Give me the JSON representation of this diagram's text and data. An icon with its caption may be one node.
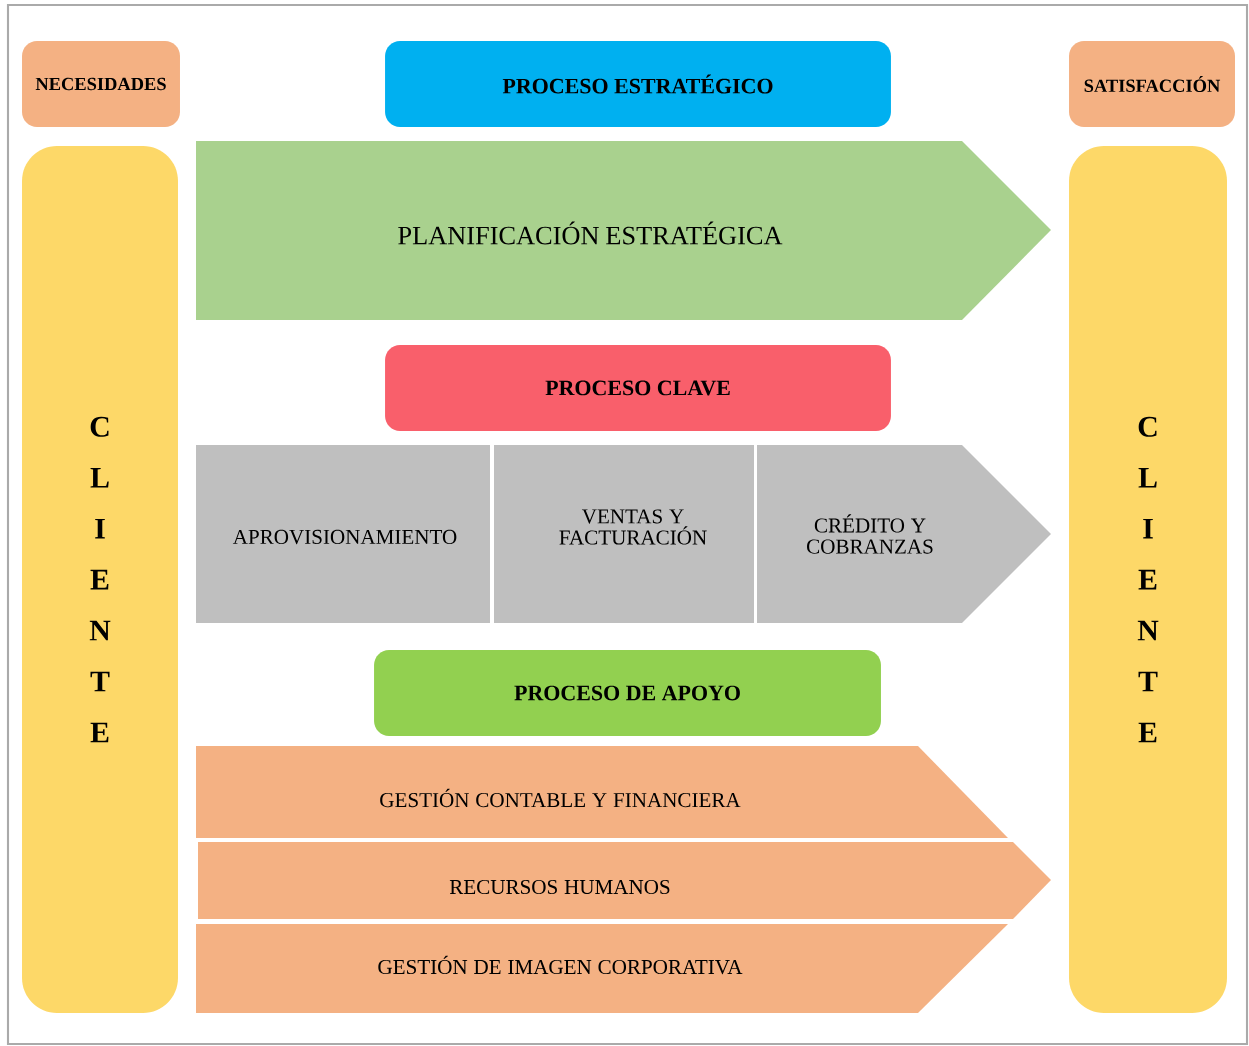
{
  "diagram": {
    "nodes": [
      {
        "text": [
          "NECESIDADES"
        ]
      },
      {
        "text": [
          "PROCESO ESTRATÉGICO"
        ]
      },
      {
        "text": [
          "SATISFACCIÓN"
        ]
      },
      {
        "text": [
          "C L I E N T E"
        ]
      },
      {
        "text": [
          "PLANIFICACIÓN ESTRATÉGICA"
        ]
      },
      {
        "text": [
          "PROCESO CLAVE"
        ]
      },
      {
        "text": [
          "APROVISIONAMIENTO"
        ]
      },
      {
        "text": [
          "VENTAS Y FACTURACIÓN"
        ]
      },
      {
        "text": [
          "CRÉDITO Y COBRANZAS"
        ]
      },
      {
        "text": [
          "PROCESO DE APOYO"
        ]
      },
      {
        "text": [
          "GESTIÓN CONTABLE Y FINANCIERA"
        ]
      },
      {
        "text": [
          "RECURSOS HUMANOS"
        ]
      },
      {
        "text": [
          "GESTIÓN DE IMAGEN CORPORATIVA"
        ]
      },
      {
        "text": [
          "C L I E N T E"
        ]
      }
    ],
    "edges": []
  }
}
